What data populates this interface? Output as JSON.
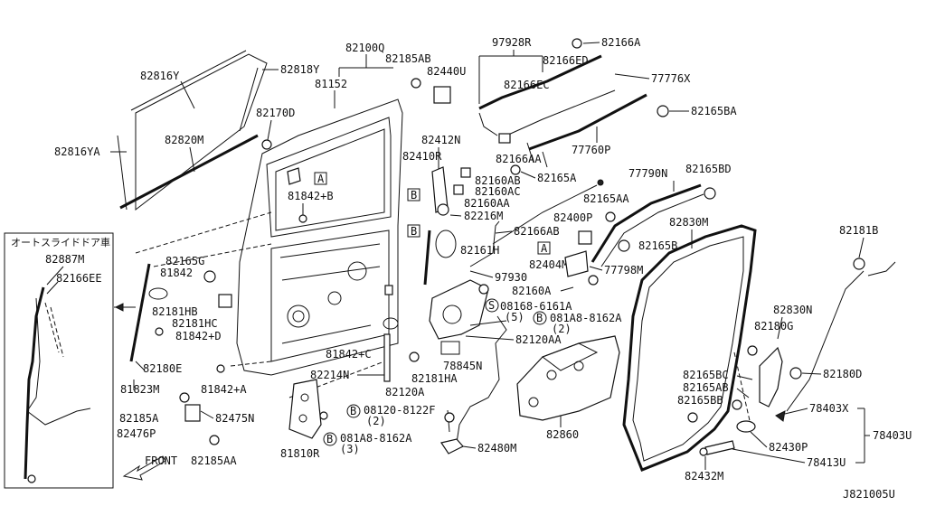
{
  "labels": {
    "l82816Y": "82816Y",
    "l82818Y": "82818Y",
    "l82100Q": "82100Q",
    "l82185AB_top": "82185AB",
    "l82440U": "82440U",
    "l97928R": "97928R",
    "l82166A": "82166A",
    "l82166ED": "82166ED",
    "l77776X": "77776X",
    "l81152": "81152",
    "l82166EC": "82166EC",
    "l82165BA": "82165BA",
    "l82170D": "82170D",
    "l82820M": "82820M",
    "l82816YA": "82816YA",
    "l82412N": "82412N",
    "l77760P": "77760P",
    "l82410R": "82410R",
    "l82166AA": "82166AA",
    "l82165A": "82165A",
    "l82160AB": "82160AB",
    "l77790N": "77790N",
    "l82165BD": "82165BD",
    "l81842B": "81842+B",
    "l82160AC": "82160AC",
    "l82160AA": "82160AA",
    "l82165AA": "82165AA",
    "l82216M": "82216M",
    "l82400P": "82400P",
    "l82830M": "82830M",
    "l82166AB": "82166AB",
    "l82181B": "82181B",
    "l82165B": "82165B",
    "l82161H": "82161H",
    "l82404M": "82404M",
    "l77798M": "77798M",
    "l97930": "97930",
    "l82160A": "82160A",
    "l08168": "08168-6161A",
    "l08168q": "(5)",
    "l081A8_right": "081A8-8162A",
    "l081A8_right_q": "(2)",
    "l82120AA": "82120AA",
    "l82830N": "82830N",
    "l82180G": "82180G",
    "l82887M": "82887M",
    "l82166EE": "82166EE",
    "l82165G": "82165G",
    "l81842": "81842",
    "l82181HB": "82181HB",
    "l82181HC": "82181HC",
    "l81842D": "81842+D",
    "l82180E": "82180E",
    "l81823M": "81823M",
    "l81842A": "81842+A",
    "l81842C": "81842+C",
    "l78845N": "78845N",
    "l82214N": "82214N",
    "l82181HA": "82181HA",
    "l82120A": "82120A",
    "l82165BC": "82165BC",
    "l82165AB_bot": "82165AB",
    "l82165BB": "82165BB",
    "l82180D": "82180D",
    "l78403X": "78403X",
    "l78403U": "78403U",
    "l82185A": "82185A",
    "l82475N": "82475N",
    "l82476P": "82476P",
    "l08120": "08120-8122F",
    "l08120q": "(2)",
    "l82860": "82860",
    "l82430P": "82430P",
    "l82185AA": "82185AA",
    "l81810R": "81810R",
    "l081A8_bot": "081A8-8162A",
    "l081A8_bot_q": "(3)",
    "l82480M": "82480M",
    "l78413U": "78413U",
    "l82432M": "82432M",
    "front": "FRONT",
    "inset_title": "オートスライドドア車",
    "figure_code": "J821005U",
    "ref_A": "A",
    "ref_B": "B",
    "circ_S": "S",
    "circ_B": "B"
  }
}
